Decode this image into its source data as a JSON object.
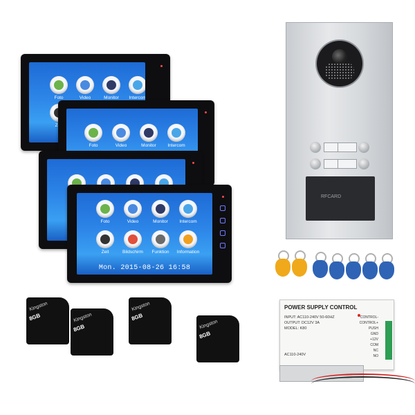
{
  "monitor": {
    "apps": [
      {
        "label": "Foto",
        "icon": "photo-icon",
        "color": "#6bb34a"
      },
      {
        "label": "Video",
        "icon": "video-icon",
        "color": "#4a8ae0"
      },
      {
        "label": "Monitor",
        "icon": "monitor-icon",
        "color": "#2f3a66"
      },
      {
        "label": "Intercom",
        "icon": "intercom-icon",
        "color": "#4aa6e8"
      },
      {
        "label": "Zeit",
        "icon": "clock-icon",
        "color": "#333333"
      },
      {
        "label": "Bildschirm",
        "icon": "color-wheel-icon",
        "color": "#e0503a"
      },
      {
        "label": "Funktion",
        "icon": "gear-icon",
        "color": "#6b6b6b"
      },
      {
        "label": "Information",
        "icon": "info-icon",
        "color": "#f0a020"
      }
    ],
    "datetime": "Mon. 2015-08-26 16:58"
  },
  "door_station": {
    "rfid_label": "RFCARD"
  },
  "sd_card": {
    "brand": "Kingston",
    "capacity": "8GB"
  },
  "power_supply": {
    "title": "POWER SUPPLY CONTROL",
    "input": "INPUT: AC110-240V 50-60HZ",
    "output": "OUTPUT: DC12V 3A",
    "model": "MODEL: K80",
    "terminals": [
      "CONTROL-",
      "CONTROL+",
      "PUSH",
      "GND",
      "+12V",
      "COM",
      "NC",
      "NO"
    ],
    "ac_label": "AC110-240V"
  }
}
